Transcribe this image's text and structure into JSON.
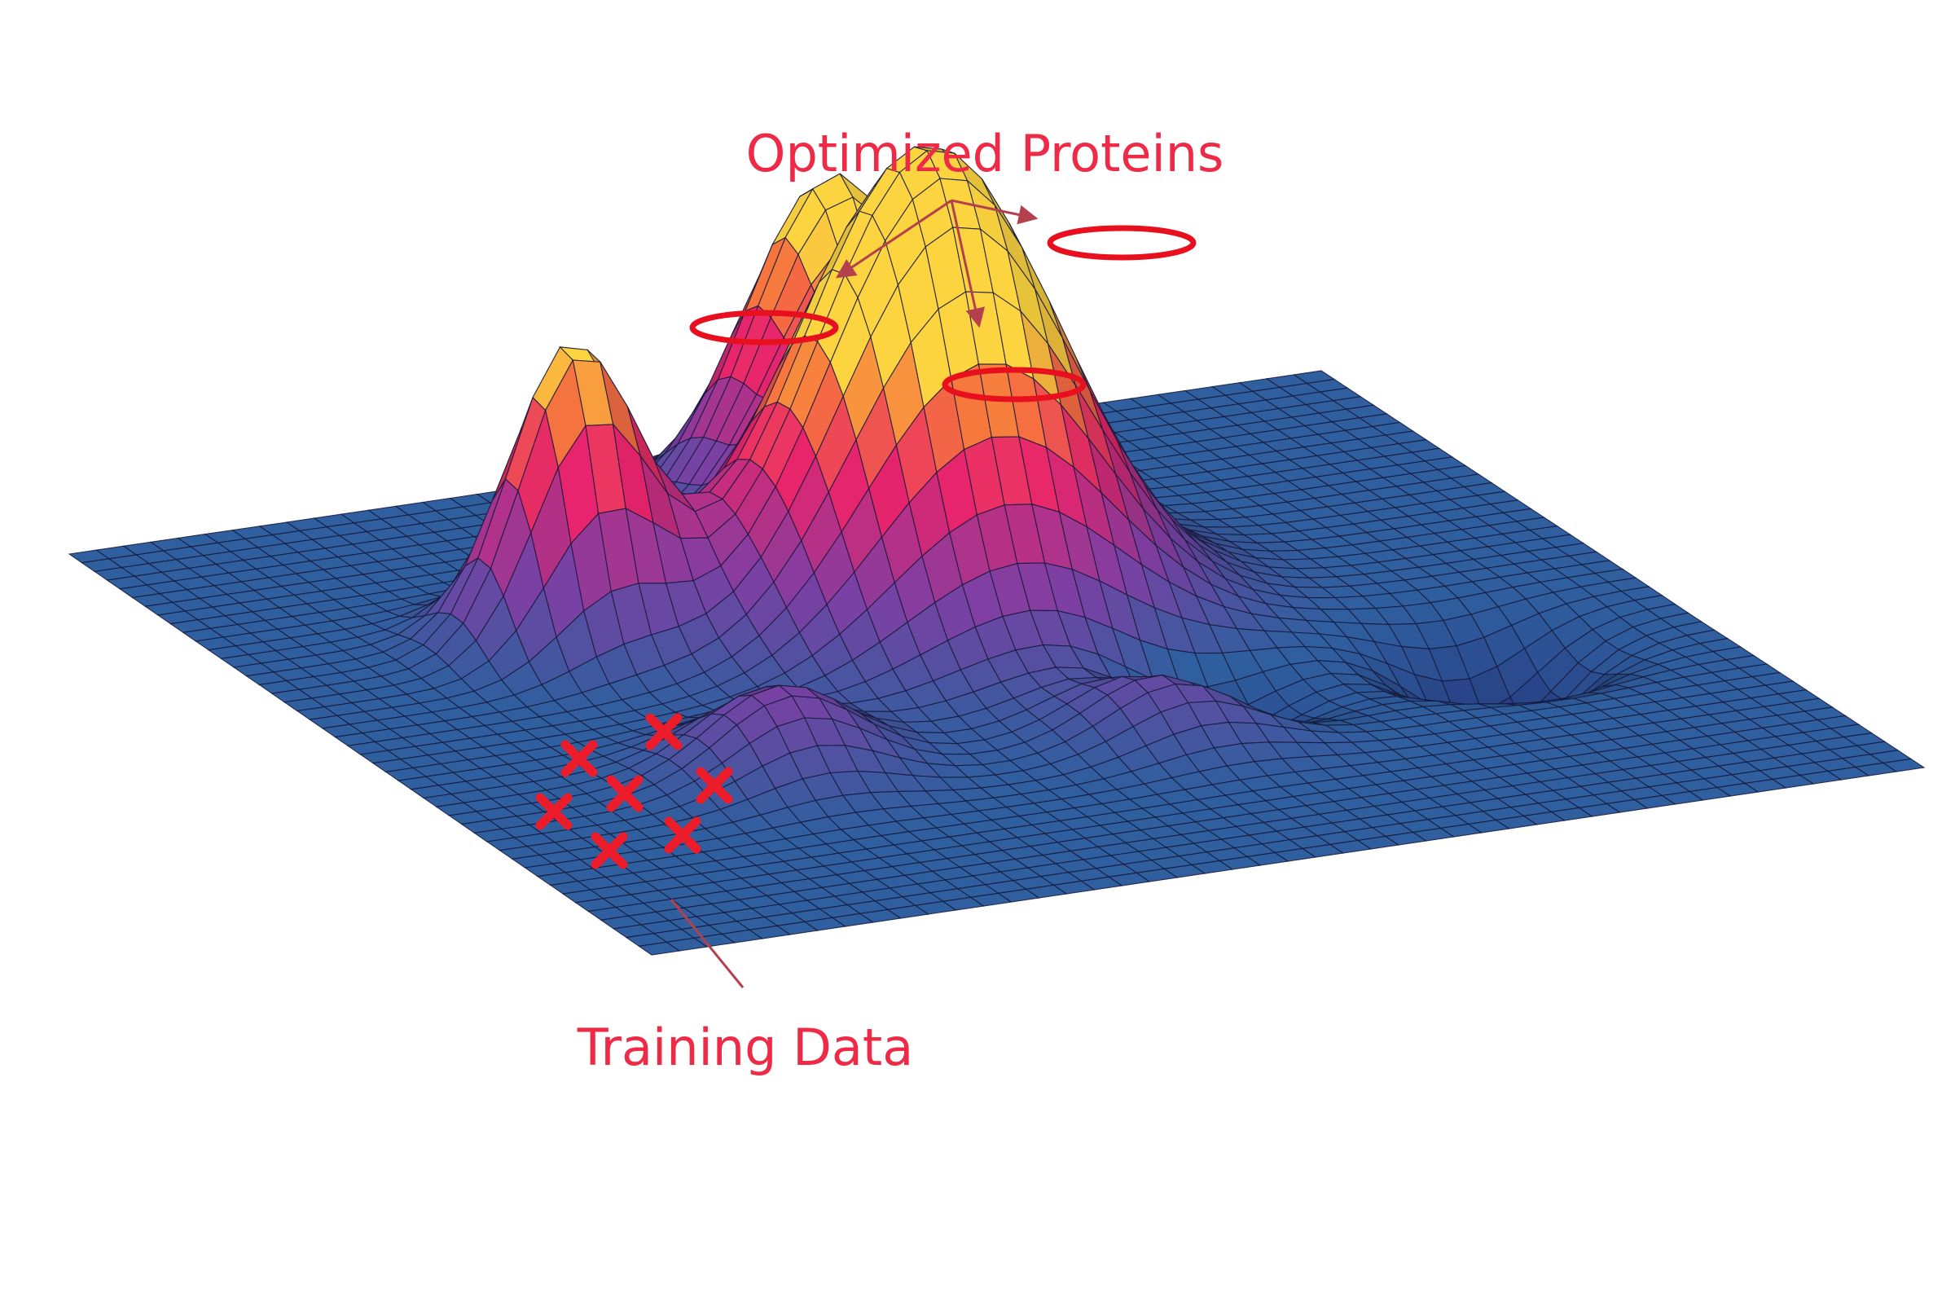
{
  "labels": {
    "optimized": "Optimized Proteins",
    "training": "Training Data"
  },
  "colors": {
    "annotation": "#ee2a47",
    "arrow": "#b4404e",
    "surface_low": "#2f5f9f",
    "surface_mid": "#7e3fa4",
    "surface_high_pink": "#e8246c",
    "surface_high_orange": "#f6763d",
    "surface_peak": "#fbd43f",
    "mesh": "#15173a"
  },
  "icons": {
    "training_marker": "cross-marker-icon",
    "peak_marker": "ring-marker-icon"
  },
  "counts": {
    "training_points": 7,
    "optimized_peaks": 3
  }
}
